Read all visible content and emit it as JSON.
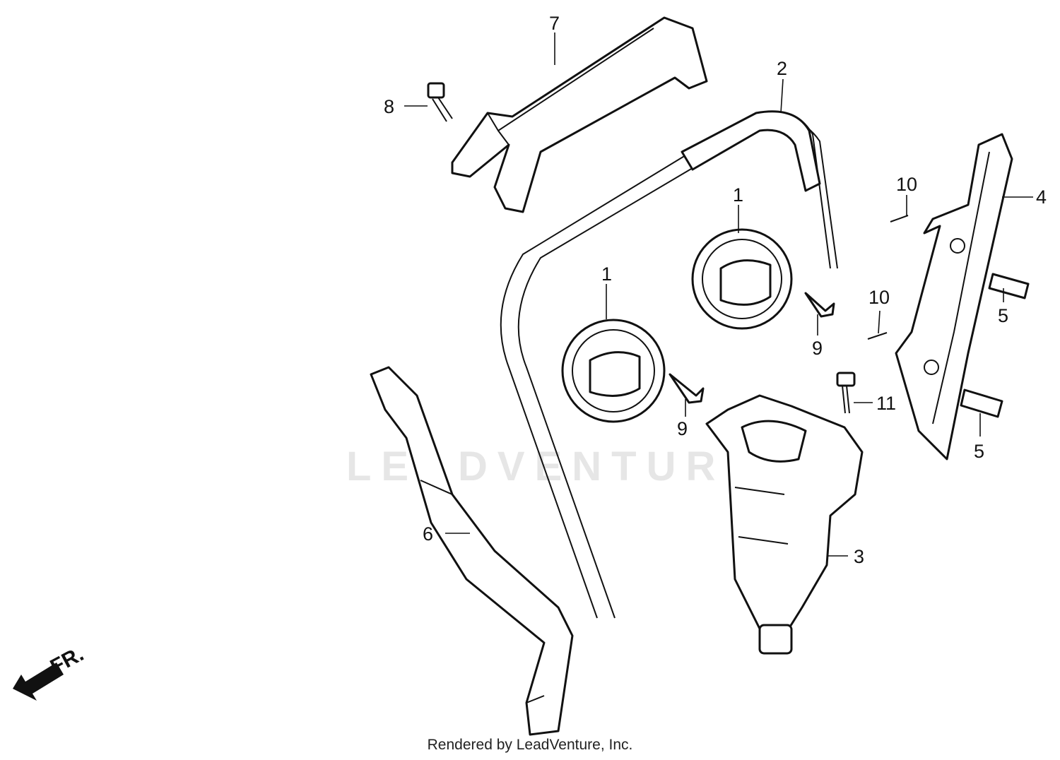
{
  "watermark": "LEADVENTURE",
  "footer": "Rendered by LeadVenture, Inc.",
  "direction_label": "FR.",
  "callouts": {
    "c1a": "1",
    "c1b": "1",
    "c2": "2",
    "c3": "3",
    "c4": "4",
    "c5a": "5",
    "c5b": "5",
    "c6": "6",
    "c7": "7",
    "c8": "8",
    "c9a": "9",
    "c9b": "9",
    "c10a": "10",
    "c10b": "10",
    "c11": "11"
  },
  "icons": {
    "direction": "arrow-left-down-icon"
  }
}
